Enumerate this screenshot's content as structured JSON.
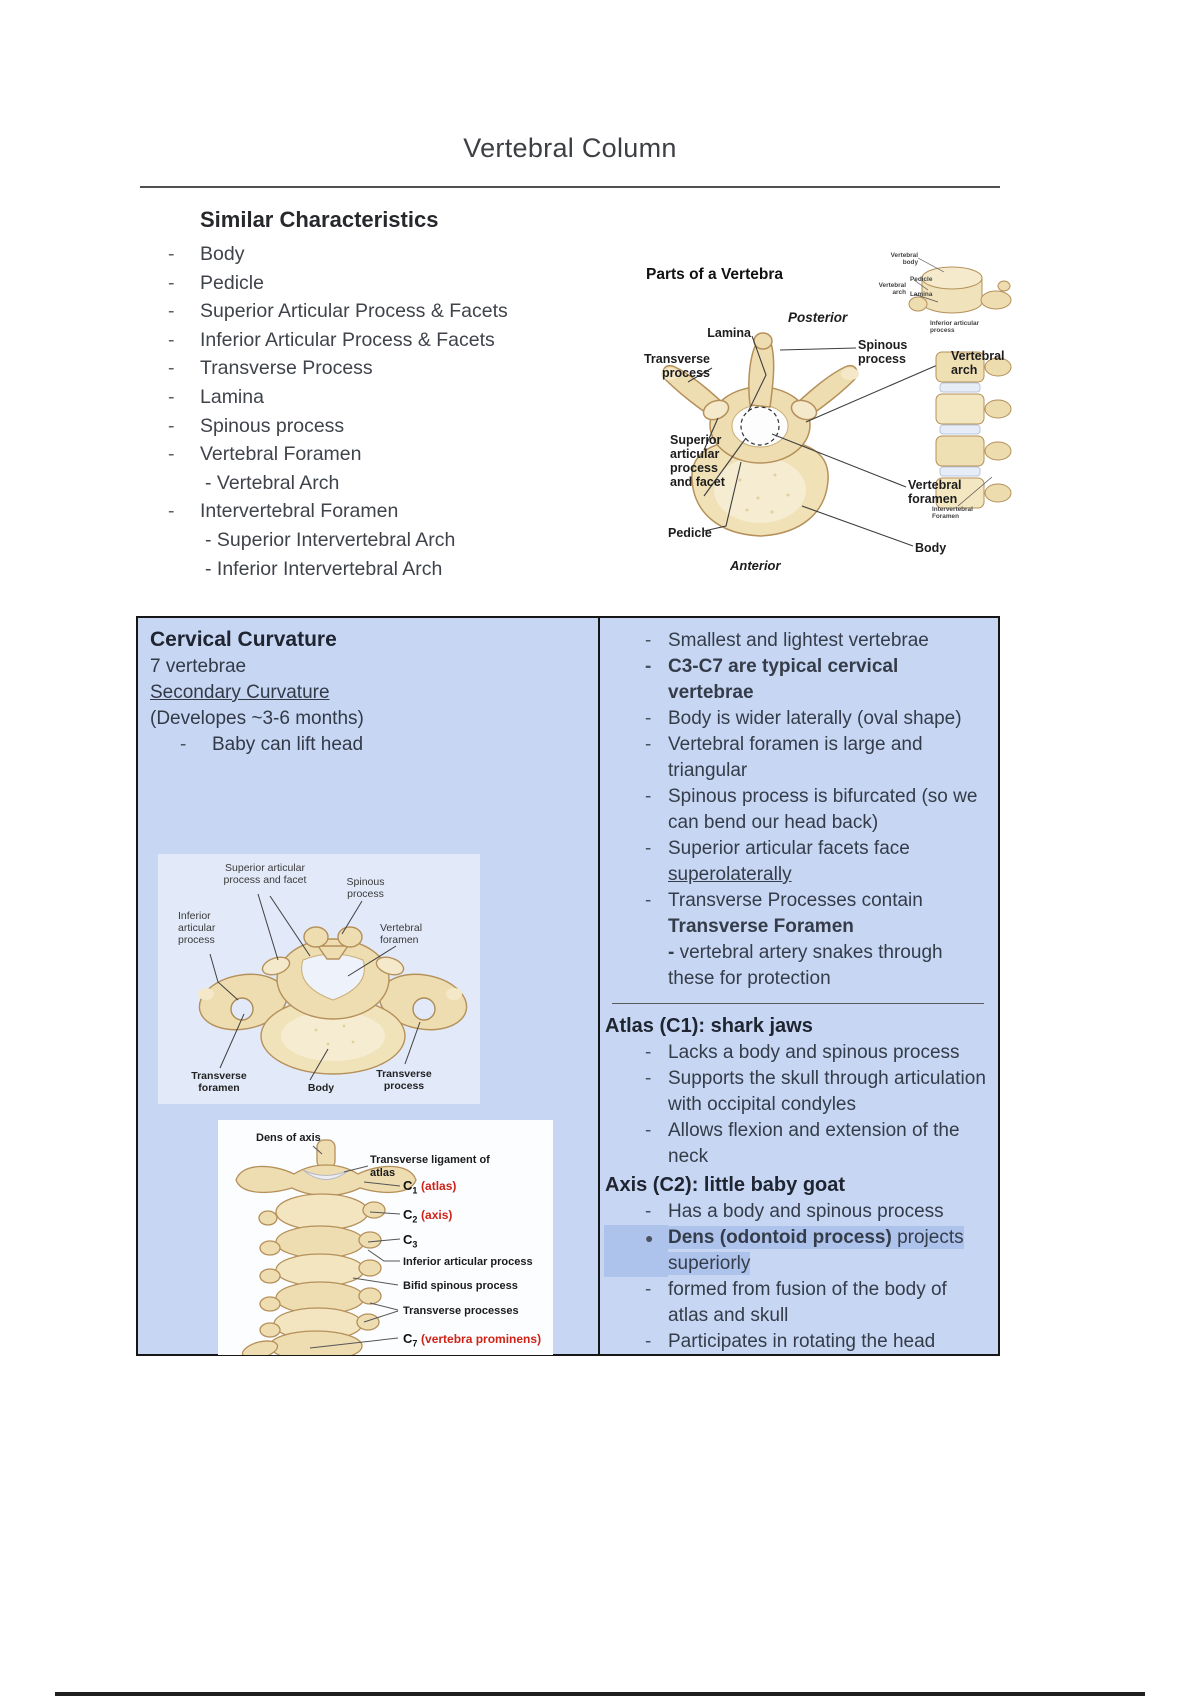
{
  "title": "Vertebral Column",
  "markers": {
    "dash": "-",
    "dot": "●"
  },
  "colors": {
    "box_background": "#c7d6f3",
    "highlight": "#aec3ec",
    "red_label": "#cf2318",
    "bone": "#eeddb1"
  },
  "similar": {
    "heading": "Similar Characteristics",
    "items": [
      "Body",
      "Pedicle",
      "Superior Articular Process & Facets",
      "Inferior Articular Process & Facets",
      "Transverse Process",
      "Lamina",
      "Spinous process",
      "Vertebral Foramen",
      "- Vertebral Arch",
      "Intervertebral Foramen",
      "- Superior Intervertebral Arch",
      "- Inferior Intervertebral Arch"
    ]
  },
  "parts_diagram": {
    "title": "Parts of a Vertebra",
    "posterior": "Posterior",
    "anterior": "Anterior",
    "labels": {
      "lamina": "Lamina",
      "spinous_process": "Spinous process",
      "transverse_process": "Transverse process",
      "vertebral_arch": "Vertebral arch",
      "superior_articular": "Superior articular process and facet",
      "vertebral_foramen": "Vertebral foramen",
      "pedicle": "Pedicle",
      "body": "Body"
    },
    "inset_labels": {
      "vertebral_body": "Vertebral body",
      "vertebral_arch": "Vertebral arch",
      "pedicle": "Pedicle",
      "lamina": "Lamina",
      "inferior_articular": "Inferior articular process",
      "intervertebral_foramen": "Intervertebral Foramen"
    }
  },
  "box": {
    "left": {
      "heading": "Cervical Curvature",
      "line_vertebrae": "7 vertebrae",
      "line_secondary": "Secondary Curvature",
      "line_develops": "(Developes ~3-6 months)",
      "bullet_baby": "Baby can lift head",
      "diagram1": {
        "superior_articular": "Superior articular process and facet",
        "spinous_process": "Spinous process",
        "inferior_articular": "Inferior articular process",
        "vertebral_foramen": "Vertebral foramen",
        "transverse_foramen": "Transverse foramen",
        "body": "Body",
        "transverse_process": "Transverse process"
      },
      "diagram2": {
        "dens": "Dens of axis",
        "ligament": "Transverse ligament of atlas",
        "c1_c": "C",
        "c1_n": "1",
        "c1_label": "(atlas)",
        "c2_c": "C",
        "c2_n": "2",
        "c2_label": "(axis)",
        "c3_c": "C",
        "c3_n": "3",
        "inferior_articular": "Inferior articular process",
        "bifid": "Bifid spinous process",
        "transverse": "Transverse processes",
        "c7_c": "C",
        "c7_n": "7",
        "c7_label": "(vertebra prominens)"
      }
    },
    "right": {
      "b1": "Smallest and lightest vertebrae",
      "b2": "C3-C7 are typical cervical vertebrae",
      "b3": "Body is wider laterally (oval shape)",
      "b4": "Vertebral foramen is large and triangular",
      "b5": "Spinous process is bifurcated (so we can bend our head back)",
      "b6_pre": "Superior articular facets face ",
      "b6_underline": "superolaterally",
      "b7_pre": "Transverse Processes contain ",
      "b7_bold": "Transverse Foramen",
      "b7_sub_dash": "-",
      "b7_sub": " vertebral artery snakes through these for protection",
      "atlas_heading": "Atlas (C1): shark jaws",
      "atlas_b1": "Lacks a body and spinous process",
      "atlas_b2": "Supports the skull through articulation with occipital condyles",
      "atlas_b3": "Allows flexion and extension of the neck",
      "axis_heading": "Axis (C2): little baby goat",
      "axis_b1": "Has a body and spinous process",
      "axis_b2_bold": "Dens (odontoid process)",
      "axis_b2_rest": " projects superiorly",
      "axis_b3": "formed from fusion of the body of atlas and skull",
      "axis_b4": "Participates in rotating the head"
    }
  }
}
